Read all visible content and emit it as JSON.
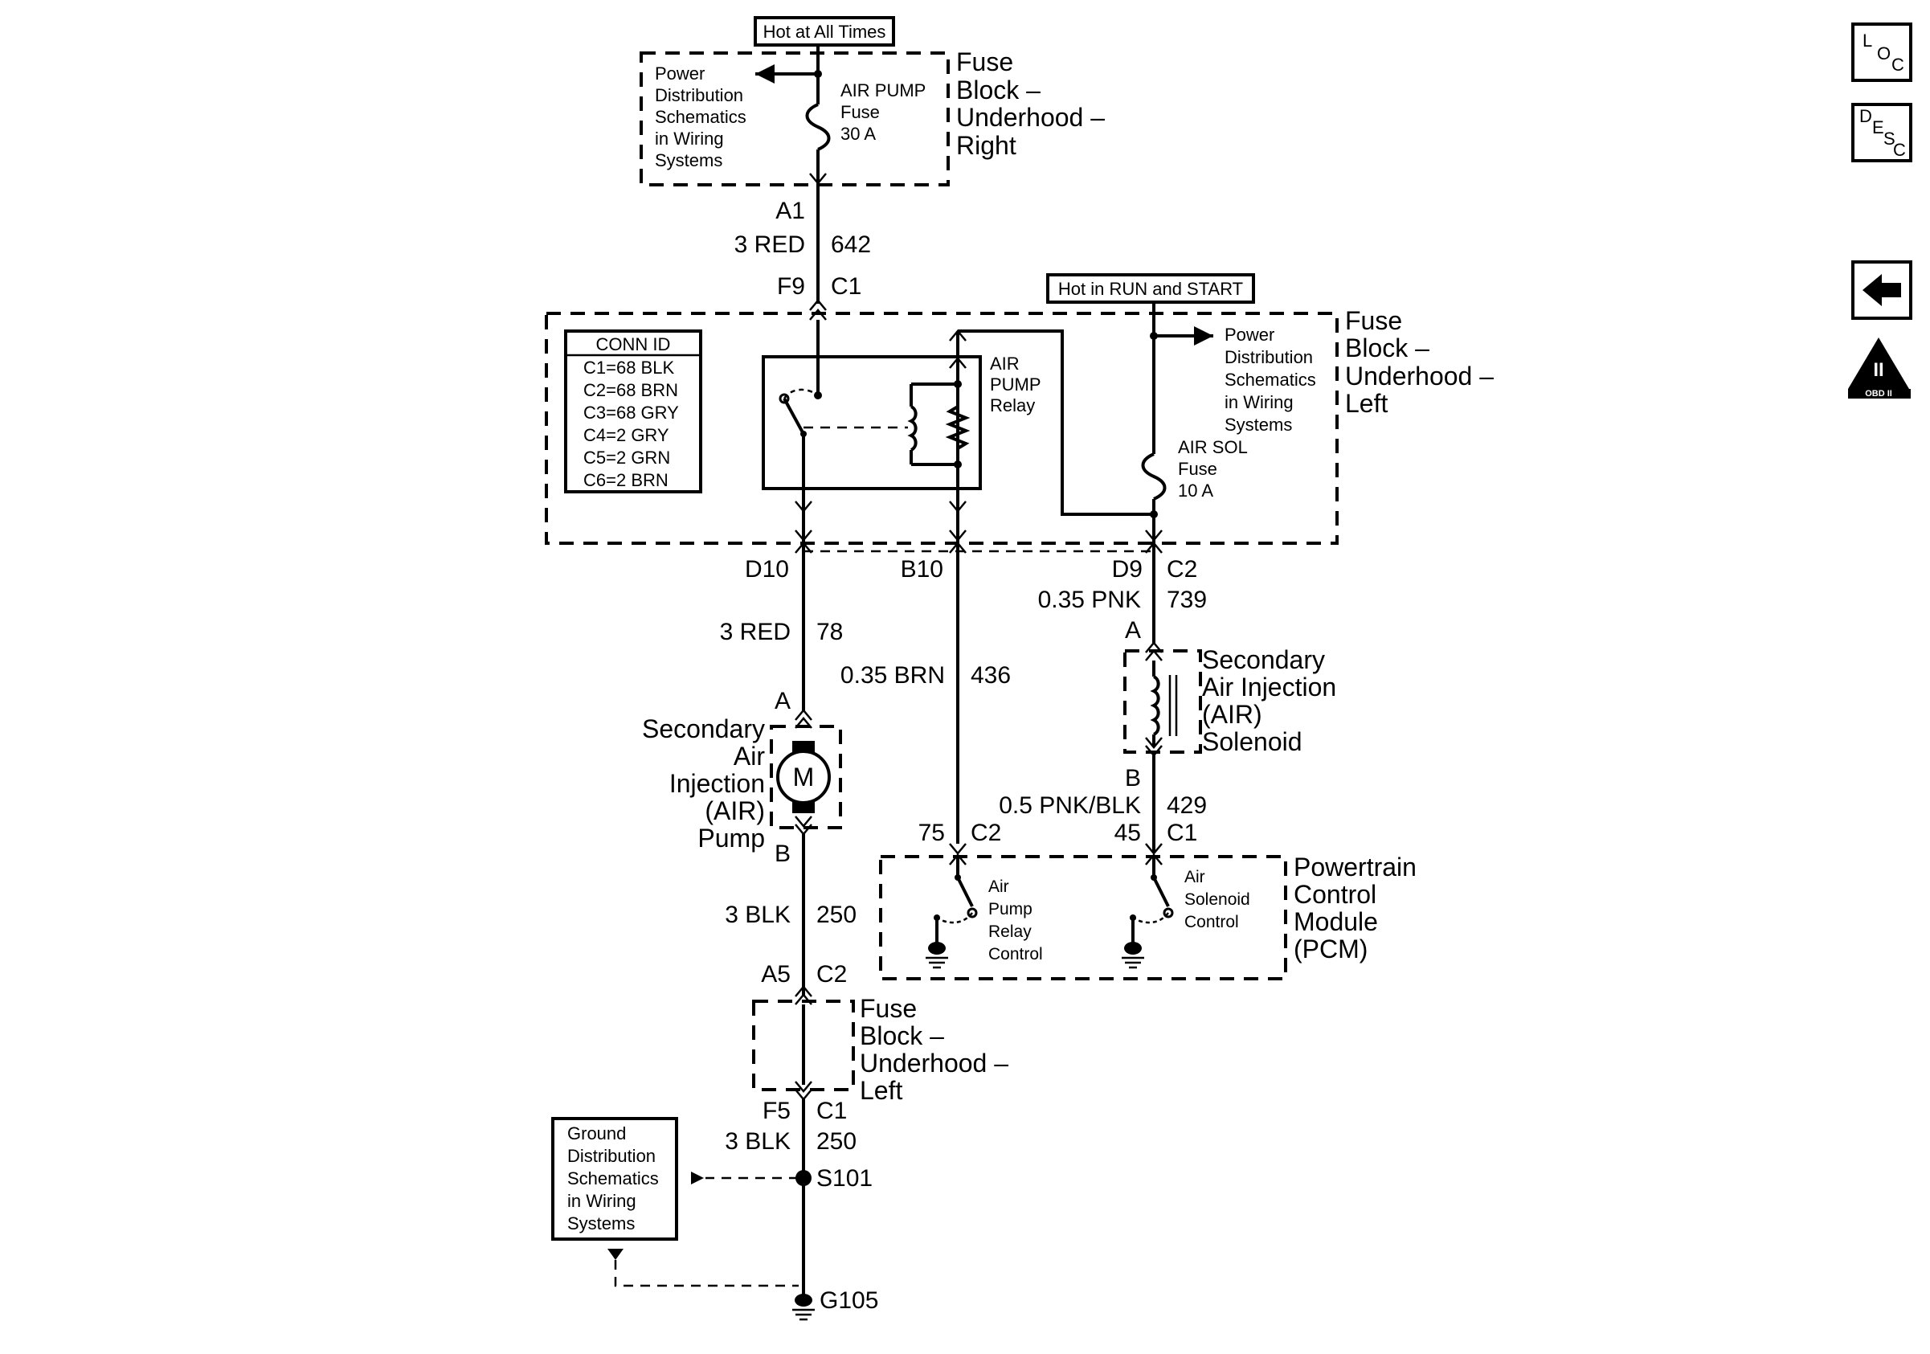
{
  "top_labels": {
    "hot_at_all_times": "Hot at All Times",
    "hot_in_run_start": "Hot in RUN and START"
  },
  "fuse_block_right": {
    "title_lines": [
      "Fuse",
      "Block –",
      "Underhood –",
      "Right"
    ],
    "power_dist_lines": [
      "Power",
      "Distribution",
      "Schematics",
      "in Wiring",
      "Systems"
    ],
    "fuse_lines": [
      "AIR PUMP",
      "Fuse",
      "30 A"
    ]
  },
  "wire_642": {
    "pin_top": "A1",
    "gauge": "3 RED",
    "circuit": "642",
    "pin_bottom": "F9",
    "conn": "C1"
  },
  "fuse_block_left": {
    "title_lines": [
      "Fuse",
      "Block –",
      "Underhood –",
      "Left"
    ],
    "conn_id_title": "CONN ID",
    "conn_id_items": [
      "C1=68 BLK",
      "C2=68 BRN",
      "C3=68 GRY",
      "C4=2 GRY",
      "C5=2 GRN",
      "C6=2 BRN"
    ],
    "relay_lines": [
      "AIR",
      "PUMP",
      "Relay"
    ],
    "power_dist_lines": [
      "Power",
      "Distribution",
      "Schematics",
      "in Wiring",
      "Systems"
    ],
    "fuse_lines": [
      "AIR SOL",
      "Fuse",
      "10 A"
    ]
  },
  "pins_row": {
    "d10": "D10",
    "b10": "B10",
    "d9": "D9",
    "c2": "C2"
  },
  "wire_78": {
    "gauge": "3 RED",
    "circuit": "78"
  },
  "wire_436": {
    "gauge": "0.35 BRN",
    "circuit": "436"
  },
  "wire_739": {
    "gauge": "0.35 PNK",
    "circuit": "739"
  },
  "solenoid": {
    "pin_a": "A",
    "pin_b": "B",
    "title_lines": [
      "Secondary",
      "Air Injection",
      "(AIR)",
      "Solenoid"
    ]
  },
  "pump": {
    "pin_a": "A",
    "pin_b": "B",
    "title_lines": [
      "Secondary",
      "Air",
      "Injection",
      "(AIR)",
      "Pump"
    ],
    "motor": "M"
  },
  "wire_429": {
    "gauge": "0.5 PNK/BLK",
    "circuit": "429"
  },
  "pcm": {
    "pin_75": "75",
    "conn_c2": "C2",
    "pin_45": "45",
    "conn_c1": "C1",
    "title_lines": [
      "Powertrain",
      "Control",
      "Module",
      "(PCM)"
    ],
    "relay_ctrl_lines": [
      "Air",
      "Pump",
      "Relay",
      "Control"
    ],
    "sol_ctrl_lines": [
      "Air",
      "Solenoid",
      "Control"
    ]
  },
  "wire_250a": {
    "gauge": "3 BLK",
    "circuit": "250"
  },
  "fuse_block_left_lower": {
    "pin_top": "A5",
    "conn_top": "C2",
    "title_lines": [
      "Fuse",
      "Block –",
      "Underhood –",
      "Left"
    ],
    "pin_bottom": "F5",
    "conn_bottom": "C1"
  },
  "wire_250b": {
    "gauge": "3 BLK",
    "circuit": "250"
  },
  "splice": "S101",
  "ground_dist_lines": [
    "Ground",
    "Distribution",
    "Schematics",
    "in Wiring",
    "Systems"
  ],
  "ground": "G105",
  "nav": {
    "loc": [
      "L",
      "O",
      "C"
    ],
    "desc": [
      "D",
      "E",
      "S",
      "C"
    ],
    "obd": "II",
    "obd_sub": "OBD II"
  }
}
